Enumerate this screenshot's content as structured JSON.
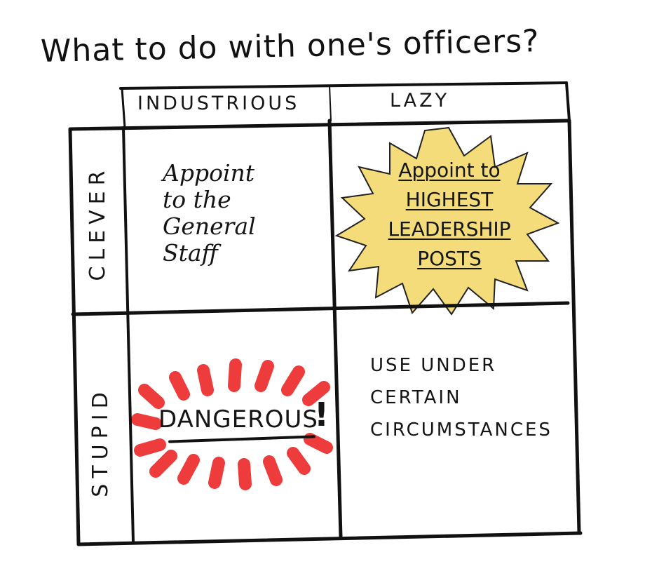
{
  "title": "What to do with one's officers?",
  "columns": {
    "industrious": "INDUSTRIOUS",
    "lazy": "LAZY"
  },
  "rows": {
    "clever": "CLEVER",
    "stupid": "STUPID"
  },
  "cells": {
    "clever_industrious": "Appoint\nto the\nGeneral\nStaff",
    "clever_lazy": "Appoint to\nHIGHEST\nLEADERSHIP\nPOSTS",
    "stupid_industrious": "DANGEROUS",
    "stupid_industrious_mark": "!",
    "stupid_lazy": "USE UNDER\nCERTAIN\nCIRCUMSTANCES"
  },
  "colors": {
    "ink": "#111111",
    "starburst_fill": "#f4dc7a",
    "danger_red": "#ee3b3b"
  }
}
